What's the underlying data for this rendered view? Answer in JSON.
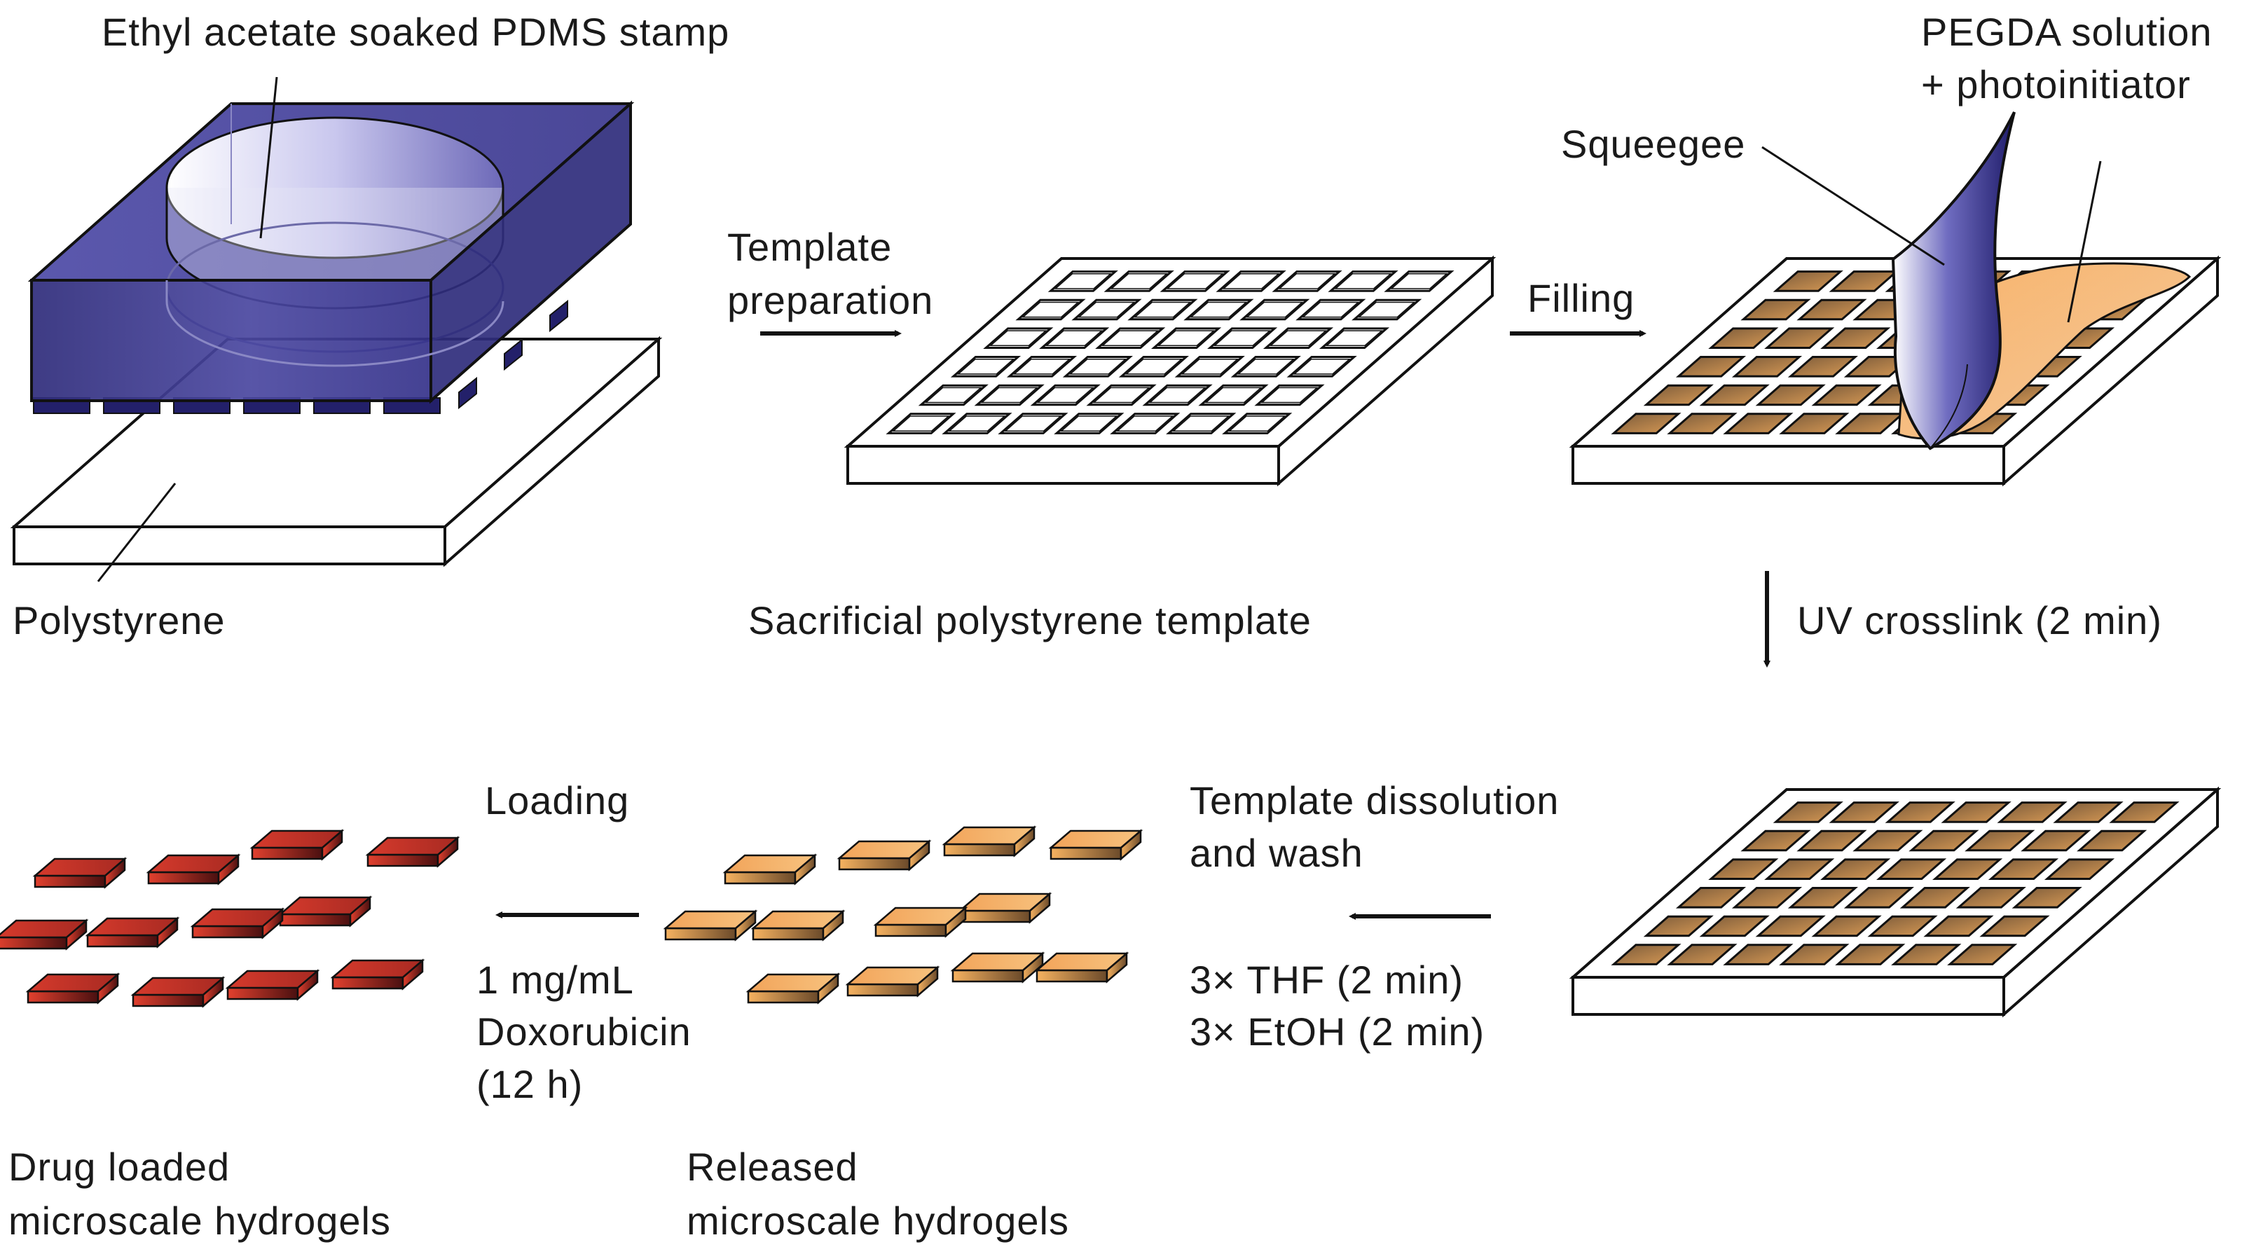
{
  "diagram": {
    "labels": {
      "stamp": "Ethyl acetate soaked PDMS stamp",
      "polystyrene": "Polystyrene",
      "template_prep_1": "Template",
      "template_prep_2": "preparation",
      "sacrificial": "Sacrificial polystyrene template",
      "filling": "Filling",
      "squeegee": "Squeegee",
      "pegda_1": "PEGDA solution",
      "pegda_2": "+ photoinitiator",
      "uv": "UV crosslink (2 min)",
      "dissolution_1": "Template dissolution",
      "dissolution_2": "and wash",
      "thf": "3× THF (2 min)",
      "etoh": "3× EtOH (2 min)",
      "loading": "Loading",
      "dox_1": "1 mg/mL",
      "dox_2": "Doxorubicin",
      "dox_3": "(12 h)",
      "released_1": "Released",
      "released_2": "microscale hydrogels",
      "drug_1": "Drug loaded",
      "drug_2": "microscale hydrogels"
    },
    "colors": {
      "pdms": "#3d3a8c",
      "hydrogel": "#e8973a",
      "drug_hydrogel": "#c8322a",
      "template": "#ffffff",
      "outline": "#111111"
    }
  }
}
